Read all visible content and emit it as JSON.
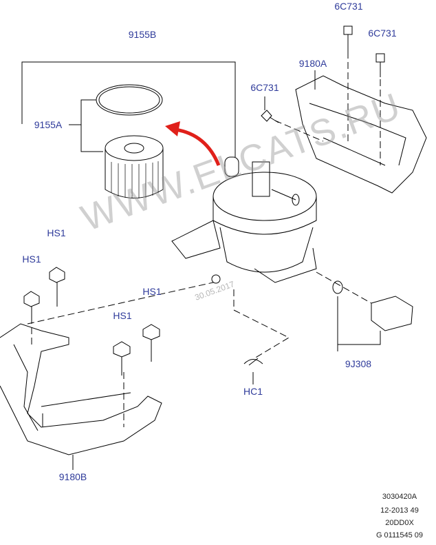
{
  "labels": {
    "l9155B": "9155B",
    "l9155A": "9155A",
    "l6C731a": "6C731",
    "l6C731b": "6C731",
    "l6C731c": "6C731",
    "l9180A": "9180A",
    "lHS1a": "HS1",
    "lHS1b": "HS1",
    "lHS1c": "HS1",
    "lHS1d": "HS1",
    "l9J308": "9J308",
    "lHC1": "HC1",
    "l9180B": "9180B"
  },
  "reference": [
    "3030420A",
    "12-2013 49",
    "20DD0X",
    "G 0111545 09"
  ],
  "watermark": "WWW.ELCATS.RU",
  "watermark_date": "30.05.2017",
  "colors": {
    "label": "#2e3a9a",
    "arrow": "#e0201a",
    "line": "#000000"
  }
}
